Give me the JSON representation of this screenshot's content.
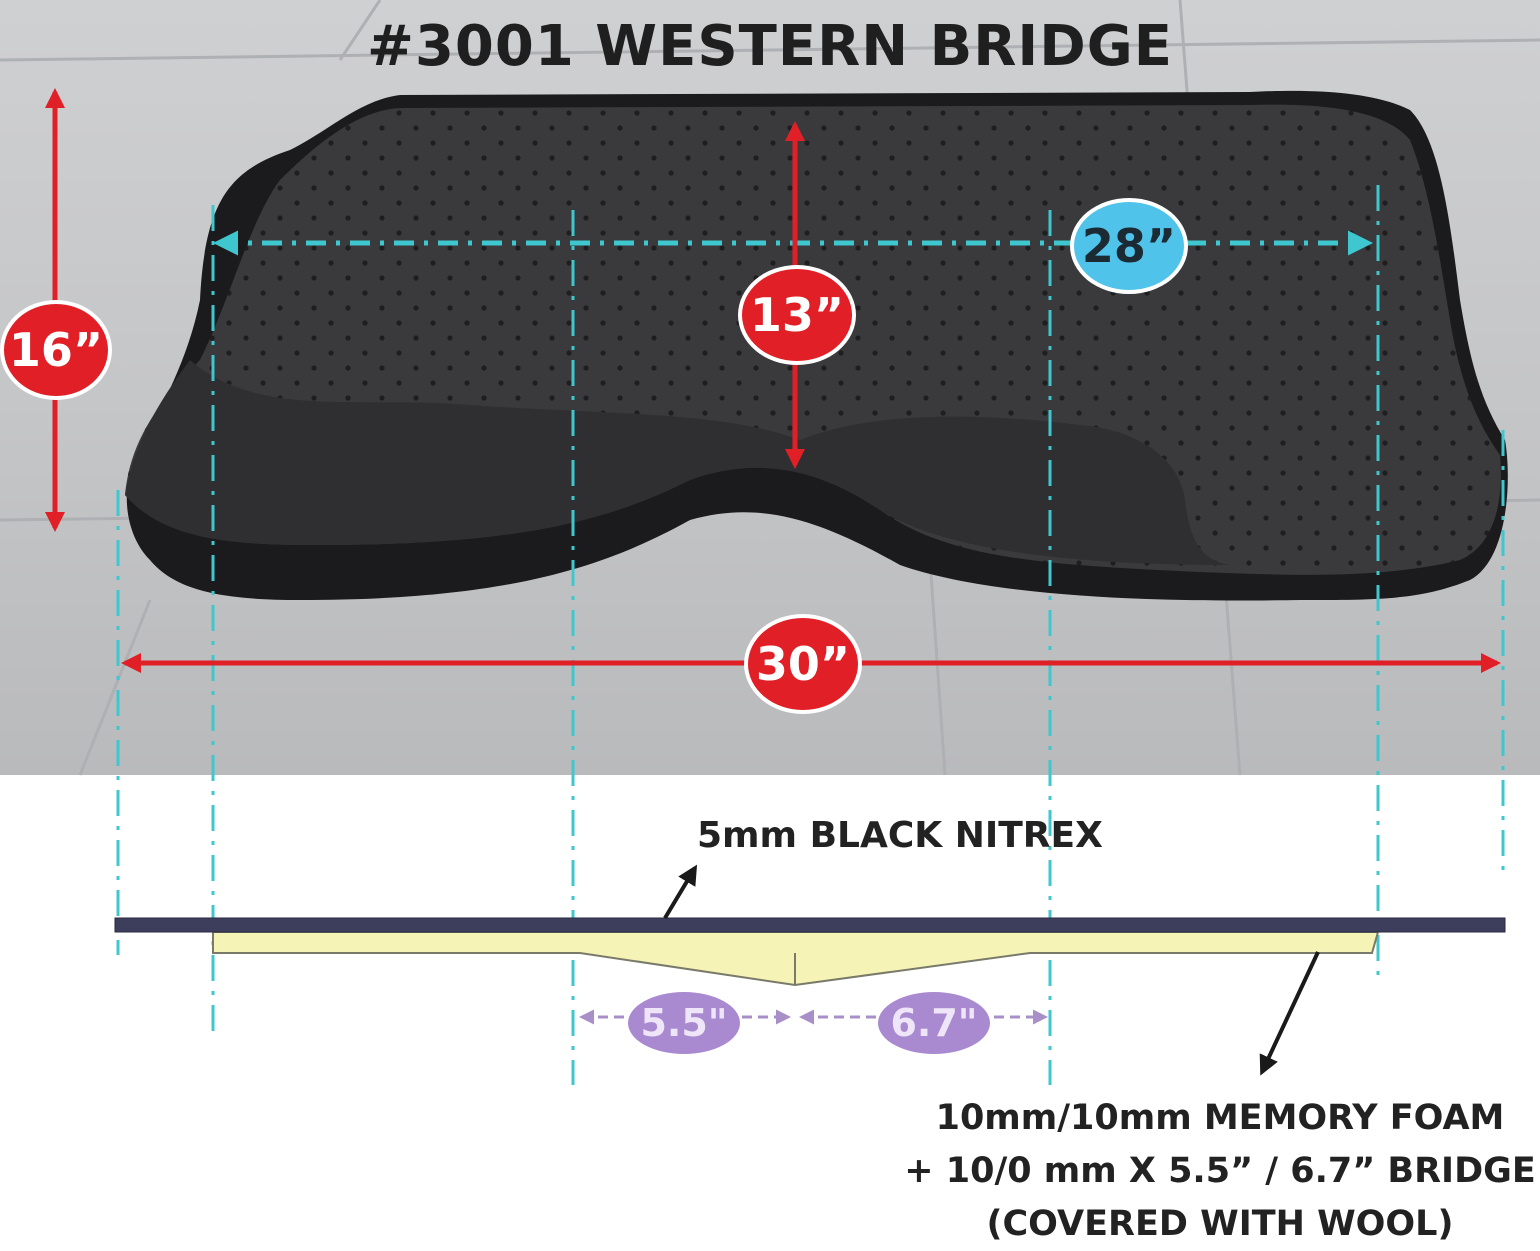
{
  "title": "#3001   WESTERN BRIDGE",
  "dimensions": {
    "height": "16”",
    "center_height": "13”",
    "inner_width": "28”",
    "overall_width": "30”",
    "bridge_left": "5.5\"",
    "bridge_right": "6.7\""
  },
  "labels": {
    "top_layer": "5mm BLACK NITREX",
    "foam_line1": "10mm/10mm MEMORY FOAM",
    "foam_line2": "+ 10/0 mm X 5.5” / 6.7” BRIDGE",
    "foam_line3": "(COVERED WITH WOOL)"
  },
  "colors": {
    "red": "#e01f26",
    "cyan_guide": "#3fc7cf",
    "blue_badge": "#4fc3ea",
    "purple_badge": "#a98ad0",
    "nitrex": "#3d3d5c",
    "foam": "#f6f3b6"
  }
}
